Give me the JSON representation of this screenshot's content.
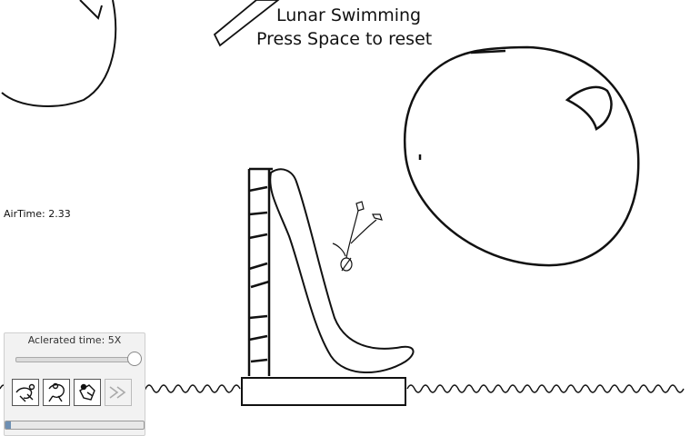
{
  "header": {
    "title": "Lunar Swimming",
    "subtitle": "Press Space to reset"
  },
  "hud": {
    "airtime": "AirTime: 2.33"
  },
  "control_panel": {
    "speed_label": "Aclerated time: 5X",
    "speed_slider_value": 1.0,
    "progress_fraction": 0.04,
    "tools": [
      {
        "icon": "swimmer-dive-icon",
        "enabled": true
      },
      {
        "icon": "swimmer-flip-icon",
        "enabled": true
      },
      {
        "icon": "swimmer-tuck-icon",
        "enabled": true
      },
      {
        "icon": "fast-forward-icon",
        "enabled": false
      }
    ]
  },
  "colors": {
    "ink": "#111111",
    "panel": "#f2f2f2",
    "progress": "#6d8fb3"
  }
}
